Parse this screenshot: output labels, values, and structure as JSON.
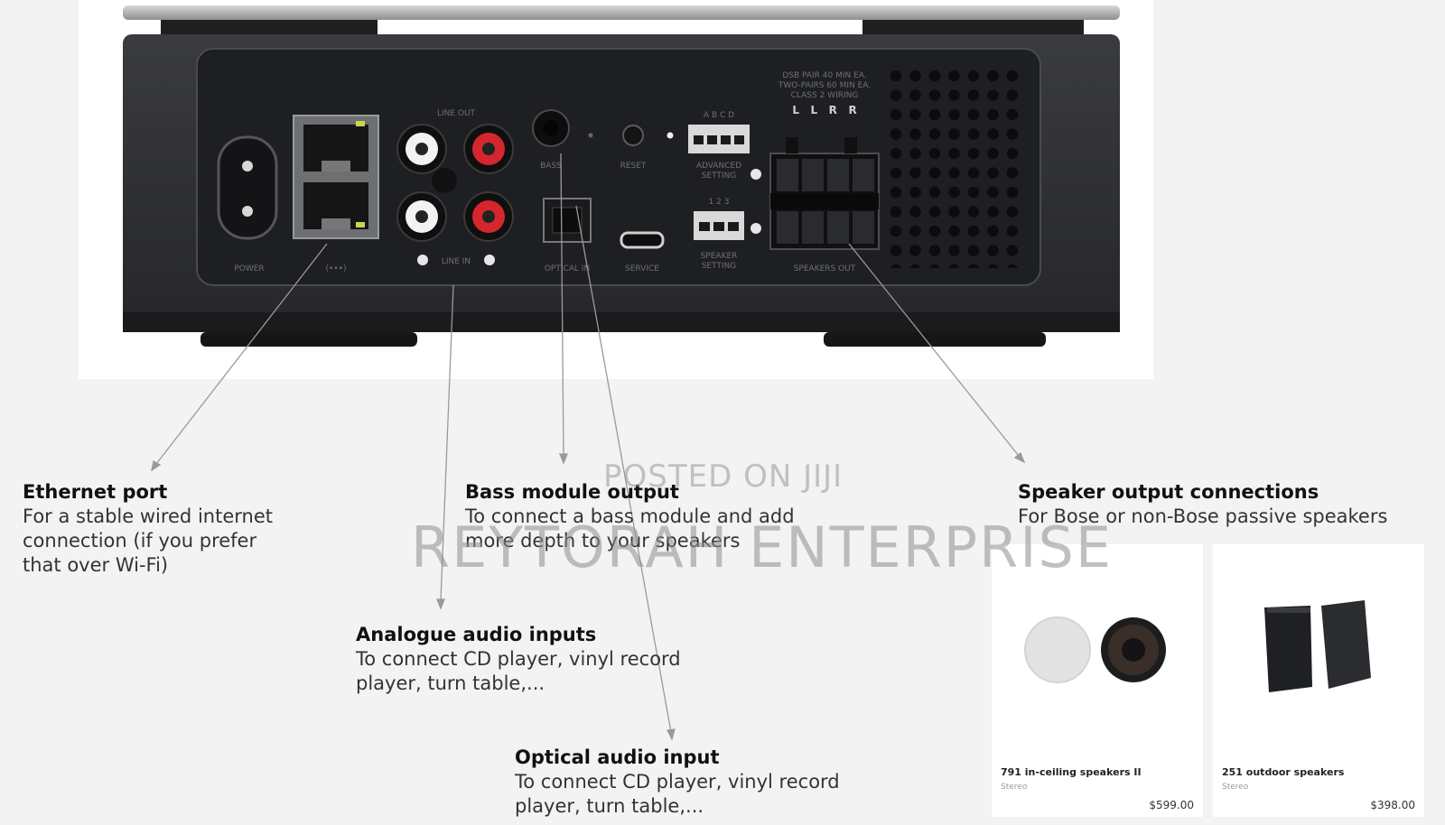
{
  "device_labels": {
    "power": "POWER",
    "ethernet": "(•••)",
    "line_out": "LINE OUT",
    "line_in": "LINE IN",
    "bass": "BASS",
    "reset": "RESET",
    "optical_in": "OPTICAL IN",
    "service": "SERVICE",
    "advanced_abcd": "A B C D",
    "advanced_1": "ADVANCED",
    "advanced_2": "SETTING",
    "speaker_123": "1 2 3",
    "speaker_1": "SPEAKER",
    "speaker_2": "SETTING",
    "speakers_out": "SPEAKERS OUT",
    "spec_1": "DSB PAIR 40 MIN EA.",
    "spec_2": "TWO-PAIRS 60 MIN EA.",
    "spec_3": "CLASS 2 WIRING",
    "lr_labels": "L   L   R   R"
  },
  "callouts": {
    "ethernet": {
      "title": "Ethernet port",
      "desc": "For a stable wired internet\nconnection (if you prefer\nthat over Wi-Fi)"
    },
    "bass": {
      "title": "Bass module output",
      "desc": "To connect a bass module and add\nmore depth to your speakers"
    },
    "speaker": {
      "title": "Speaker output connections",
      "desc": "For Bose or non-Bose passive speakers"
    },
    "analogue": {
      "title": "Analogue audio inputs",
      "desc": "To connect CD player, vinyl record\nplayer, turn table,..."
    },
    "optical": {
      "title": "Optical audio input",
      "desc": "To connect CD player, vinyl record\nplayer, turn table,..."
    }
  },
  "watermark": {
    "line1": "POSTED ON JIJI",
    "line2": "REYTORAH ENTERPRISE"
  },
  "products": [
    {
      "name": "791 in-ceiling speakers II",
      "sub": "Stereo",
      "price": "$599.00"
    },
    {
      "name": "251 outdoor speakers",
      "sub": "Stereo",
      "price": "$398.00"
    }
  ]
}
